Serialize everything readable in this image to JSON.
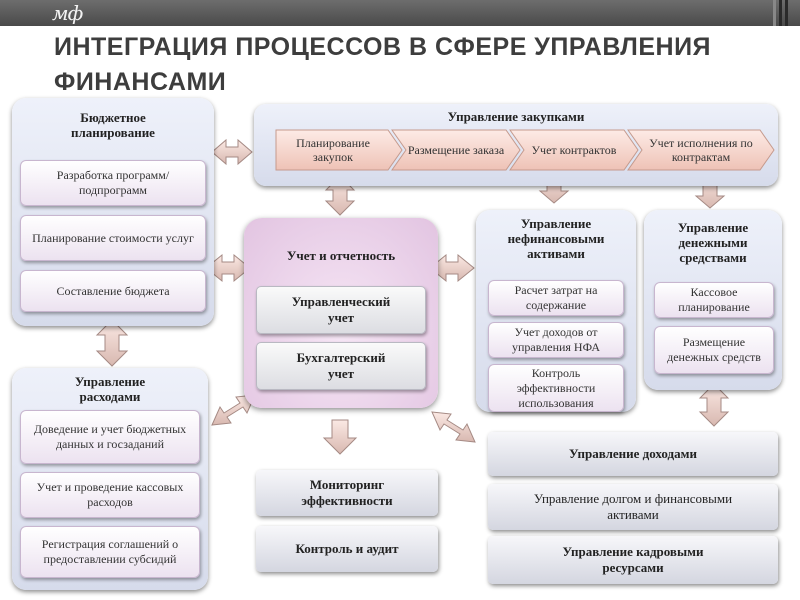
{
  "header": {
    "logo": "мф",
    "title": "ИНТЕГРАЦИЯ ПРОЦЕССОВ В СФЕРЕ УПРАВЛЕНИЯ ФИНАНСАМИ"
  },
  "budget": {
    "title": "Бюджетное планирование",
    "items": [
      "Разработка программ/ подпрограмм",
      "Планирование стоимости услуг",
      "Составление бюджета"
    ]
  },
  "procurement": {
    "title": "Управление закупками",
    "steps": [
      "Планирование закупок",
      "Размещение заказа",
      "Учет контрактов",
      "Учет исполнения по контрактам"
    ]
  },
  "accounting": {
    "title": "Учет и отчетность",
    "items": [
      "Управленческий учет",
      "Бухгалтерский учет"
    ]
  },
  "nonfinancial": {
    "title": "Управление нефинансовыми активами",
    "items": [
      "Расчет затрат на содержание",
      "Учет доходов от управления НФА",
      "Контроль эффективности использования"
    ]
  },
  "cash": {
    "title": "Управление денежными средствами",
    "items": [
      "Кассовое планирование",
      "Размещение денежных средств"
    ]
  },
  "expenses": {
    "title": "Управление расходами",
    "items": [
      "Доведение и учет бюджетных данных и госзаданий",
      "Учет и проведение кассовых расходов",
      "Регистрация соглашений о предоставлении субсидий"
    ]
  },
  "monitoring": "Мониторинг эффективности",
  "control": "Контроль и аудит",
  "income": "Управление доходами",
  "debt": "Управление долгом и финансовыми активами",
  "hr": "Управление кадровыми ресурсами"
}
